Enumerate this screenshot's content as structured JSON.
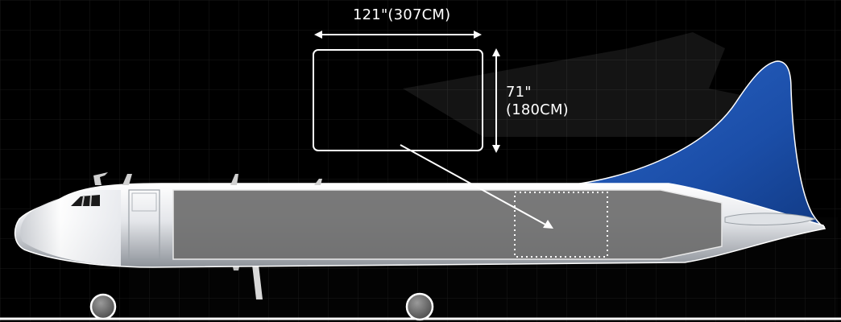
{
  "dimensions": {
    "width_label": "121\"(307CM)",
    "height_label_line1": "71\"",
    "height_label_line2": "(180CM)"
  },
  "colors": {
    "background": "#000000",
    "tail": "#1f56b4",
    "fuselage": "#e8eaee",
    "cargo_hold": "#6e6e6e",
    "line": "#ffffff"
  },
  "icons": {
    "aircraft": "cargo-aircraft-side-view",
    "wheel": "landing-gear-wheel"
  }
}
